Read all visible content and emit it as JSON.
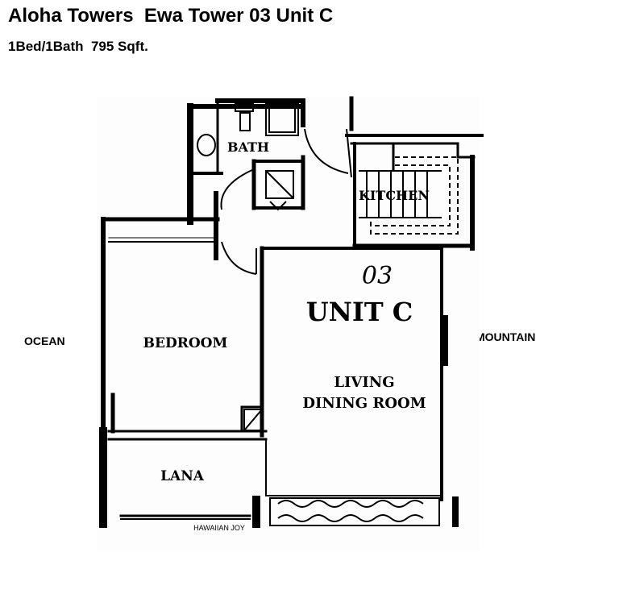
{
  "header": {
    "title": "Aloha Towers  Ewa Tower 03 Unit C",
    "subtitle": "1Bed/1Bath  795 Sqft."
  },
  "orientation": {
    "left": "OCEAN",
    "right": "MOUNTAIN"
  },
  "plan": {
    "unit_number": "03",
    "unit_label": "UNIT C",
    "rooms": {
      "bath": "BATH",
      "kitchen": "KITCHEN",
      "bedroom": "BEDROOM",
      "living_line1": "LIVING",
      "living_line2": "DINING ROOM",
      "lanai": "LANA"
    },
    "credit": "HAWAIIAN JOY"
  },
  "colors": {
    "background": "#ffffff",
    "ink": "#000000"
  }
}
